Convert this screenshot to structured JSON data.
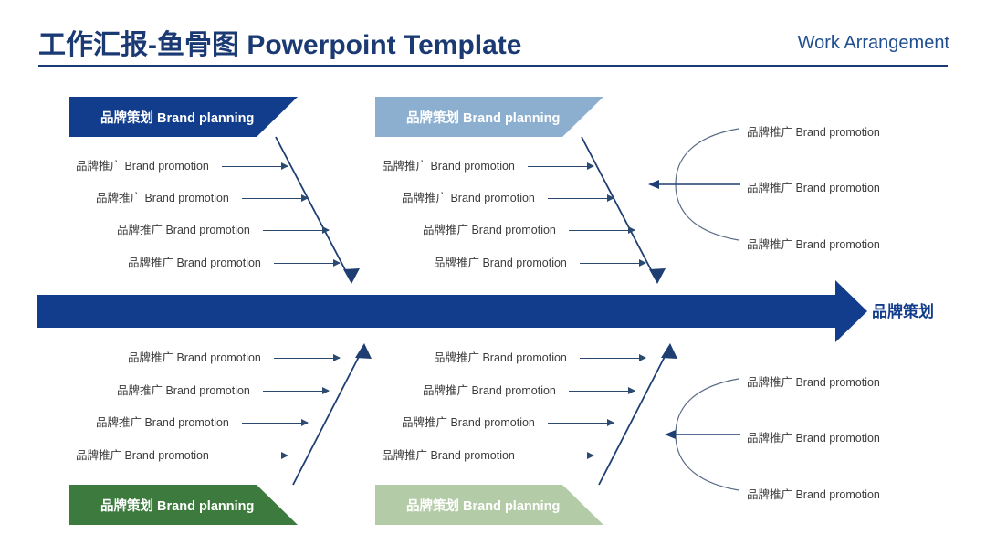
{
  "header": {
    "title": "工作汇报-鱼骨图 Powerpoint Template",
    "subtitle": "Work Arrangement",
    "title_color": "#1b3a73",
    "subtitle_color": "#1f4e90"
  },
  "spine": {
    "label": "品牌策划",
    "color": "#123c8c"
  },
  "banners": [
    {
      "id": "top-left",
      "label": "品牌策划 Brand planning",
      "color": "#123c8c"
    },
    {
      "id": "top-right",
      "label": "品牌策划 Brand planning",
      "color": "#8cafd0"
    },
    {
      "id": "bottom-left",
      "label": "品牌策划 Brand planning",
      "color": "#3d7a3e"
    },
    {
      "id": "bottom-right",
      "label": "品牌策划 Brand planning",
      "color": "#b3cba6"
    }
  ],
  "branches": {
    "top_left": [
      {
        "label": "品牌推广 Brand promotion"
      },
      {
        "label": "品牌推广 Brand promotion"
      },
      {
        "label": "品牌推广 Brand promotion"
      },
      {
        "label": "品牌推广 Brand promotion"
      }
    ],
    "top_right": [
      {
        "label": "品牌推广 Brand promotion"
      },
      {
        "label": "品牌推广 Brand promotion"
      },
      {
        "label": "品牌推广 Brand promotion"
      },
      {
        "label": "品牌推广 Brand promotion"
      }
    ],
    "bottom_left": [
      {
        "label": "品牌推广 Brand promotion"
      },
      {
        "label": "品牌推广 Brand promotion"
      },
      {
        "label": "品牌推广 Brand promotion"
      },
      {
        "label": "品牌推广 Brand promotion"
      }
    ],
    "bottom_right": [
      {
        "label": "品牌推广 Brand promotion"
      },
      {
        "label": "品牌推广 Brand promotion"
      },
      {
        "label": "品牌推广 Brand promotion"
      },
      {
        "label": "品牌推广 Brand promotion"
      }
    ]
  },
  "clusters": {
    "top_right": [
      {
        "label": "品牌推广 Brand promotion"
      },
      {
        "label": "品牌推广 Brand promotion"
      },
      {
        "label": "品牌推广 Brand promotion"
      }
    ],
    "bottom_right": [
      {
        "label": "品牌推广 Brand promotion"
      },
      {
        "label": "品牌推广 Brand promotion"
      },
      {
        "label": "品牌推广 Brand promotion"
      }
    ]
  },
  "colors": {
    "spine_blue": "#123c8c",
    "line_navy": "#1f3f73",
    "arc_gray": "#5a6b86",
    "thin_arrow": "#2b4a70",
    "text_gray": "#3c3c3c"
  }
}
